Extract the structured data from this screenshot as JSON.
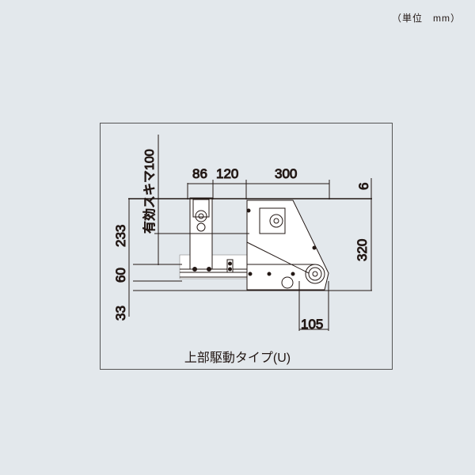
{
  "unit_label": "（単位　mm）",
  "caption": "上部駆動タイプ(U)",
  "dimensions": {
    "d86": "86",
    "d120": "120",
    "d300": "300",
    "d6": "6",
    "d320": "320",
    "d105": "105",
    "d233": "233",
    "d60": "60",
    "d33": "33",
    "effective_gap": "有効スキマ100"
  },
  "colors": {
    "background": "#e3e8ec",
    "line": "#231815",
    "part_fill": "#ffffff"
  }
}
